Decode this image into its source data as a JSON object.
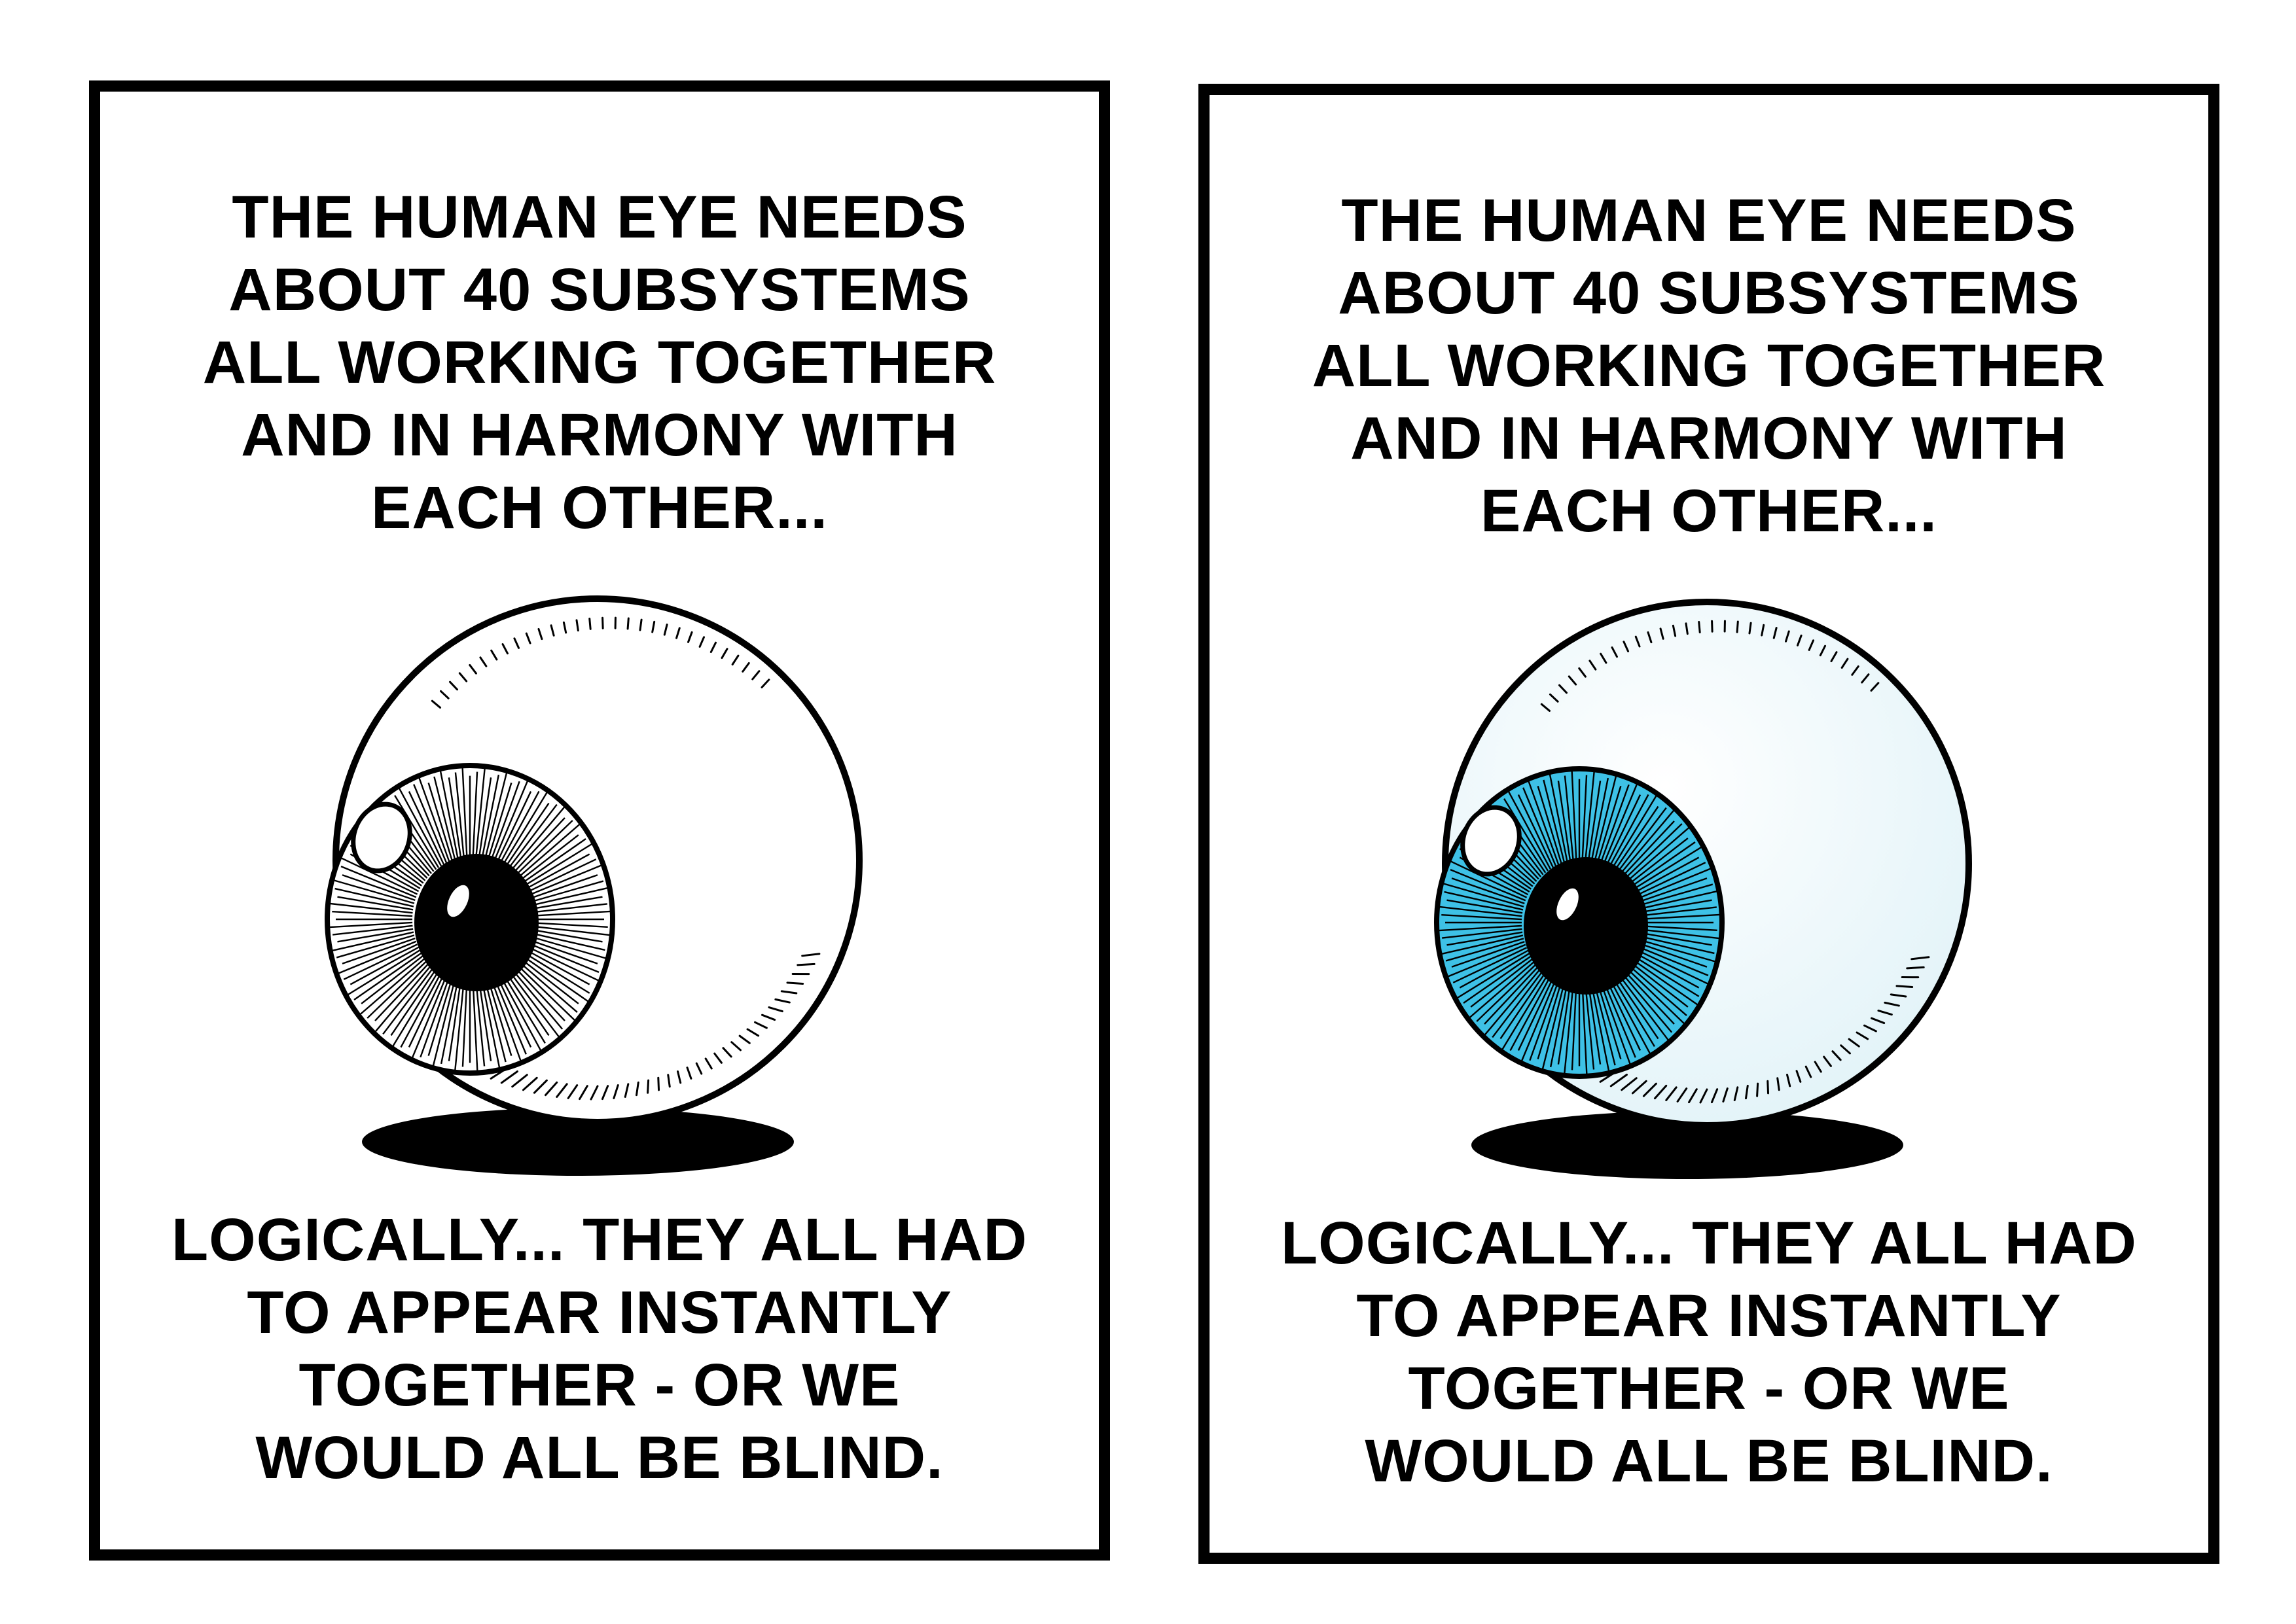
{
  "panels": [
    {
      "variant": "uncolored",
      "caption_top": "THE HUMAN EYE NEEDS\nABOUT 40 SUBSYSTEMS\nALL WORKING TOGETHER\nAND IN HARMONY WITH\nEACH OTHER...",
      "caption_bottom": "LOGICALLY... THEY ALL HAD\nTO APPEAR INSTANTLY\nTOGETHER - OR WE\nWOULD ALL BE BLIND.",
      "iris_color": "#ffffff",
      "sclera_color": "#ffffff"
    },
    {
      "variant": "colored",
      "caption_top": "THE HUMAN EYE NEEDS\nABOUT 40 SUBSYSTEMS\nALL WORKING TOGETHER\nAND IN HARMONY WITH\nEACH OTHER...",
      "caption_bottom": "LOGICALLY... THEY ALL HAD\nTO APPEAR INSTANTLY\nTOGETHER - OR WE\nWOULD ALL BE BLIND.",
      "iris_color": "#3ec1e6",
      "sclera_color": "#e2f3f8"
    }
  ],
  "colors": {
    "border": "#000000",
    "ink": "#000000",
    "background": "#ffffff"
  },
  "icons": [
    "eyeball-icon"
  ]
}
